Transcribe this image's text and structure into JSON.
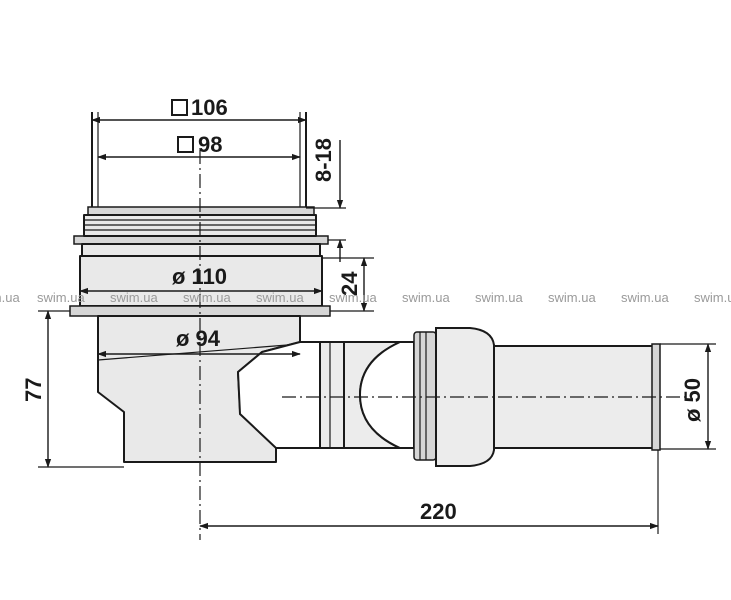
{
  "dimensions": {
    "square_outer": "106",
    "square_inner": "98",
    "adjust_range": "8-18",
    "diameter_top": "ø 110",
    "diameter_mid": "ø 94",
    "height_small": "24",
    "height_total": "77",
    "pipe_diameter": "ø 50",
    "length": "220"
  },
  "watermark": {
    "text": "swim.ua"
  },
  "colors": {
    "line": "#1a1a1a",
    "fill": "#e9e9e9",
    "watermark": "#9a9a9a"
  }
}
